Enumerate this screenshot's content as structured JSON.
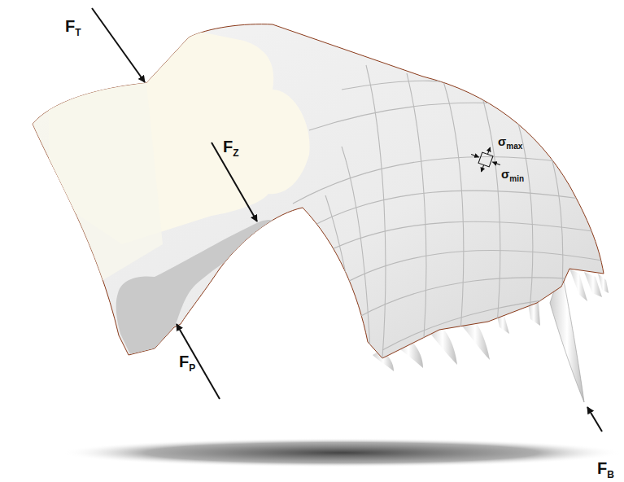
{
  "diagram": {
    "labels": [
      "FT",
      "FZ",
      "FP",
      "FB",
      "σmax",
      "σmin"
    ]
  }
}
